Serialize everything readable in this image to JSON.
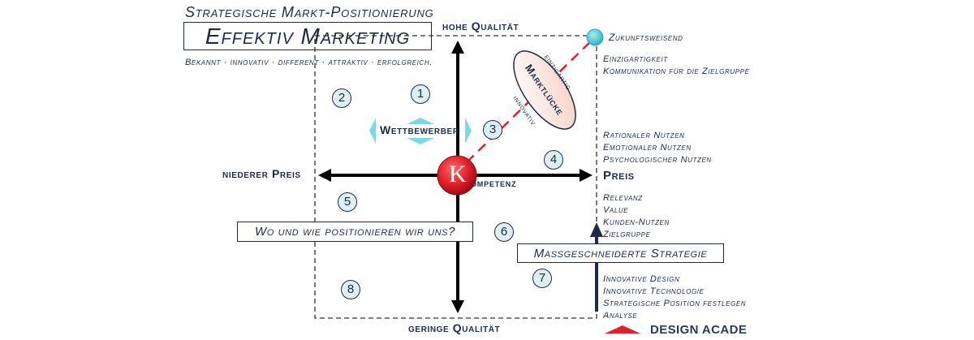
{
  "header": {
    "subtitle": "Strategische Markt-Positionierung",
    "brand": "Effektiv Marketing",
    "tagline": "Bekannt · innovativ · different · attraktiv · erfolgreich."
  },
  "axes": {
    "top": "hohe Qualität",
    "bottom": "geringe Qualität",
    "left": "niederer Preis",
    "right": "Preis"
  },
  "center": {
    "letter": "K",
    "label": "ompetenz"
  },
  "competitor": "Wettbewerber",
  "ellipse": {
    "label": "Marktlücke",
    "top_text": "einzigartig",
    "bottom_text": "innovativ"
  },
  "future": "Zukunftsweisend",
  "numbers": [
    "1",
    "2",
    "3",
    "4",
    "5",
    "6",
    "7",
    "8"
  ],
  "question_box": "Wo und wie positionieren wir uns?",
  "strategy_box": "Massgeschneiderte Strategie",
  "right_lists": {
    "list1": [
      "Einzigartigkeit",
      "Kommunikation für die Zielgruppe"
    ],
    "list2": [
      "Rationaler Nutzen",
      "Emotionaler Nutzen",
      "Psychologischer Nutzen"
    ],
    "list3": [
      "Relevanz",
      "Value",
      "Kunden-Nutzen",
      "Zielgruppe"
    ],
    "list4": [
      "Innovative Design",
      "Innovative Technologie",
      "Strategische Position festlegen",
      "Analyse"
    ]
  },
  "logo": {
    "text": "DESIGN ACADE"
  },
  "colors": {
    "navy": "#1f2a44",
    "red": "#e0202a",
    "cyan": "#45c6d8",
    "lightblue": "#dceff3",
    "peach": "#fbe3dc"
  }
}
